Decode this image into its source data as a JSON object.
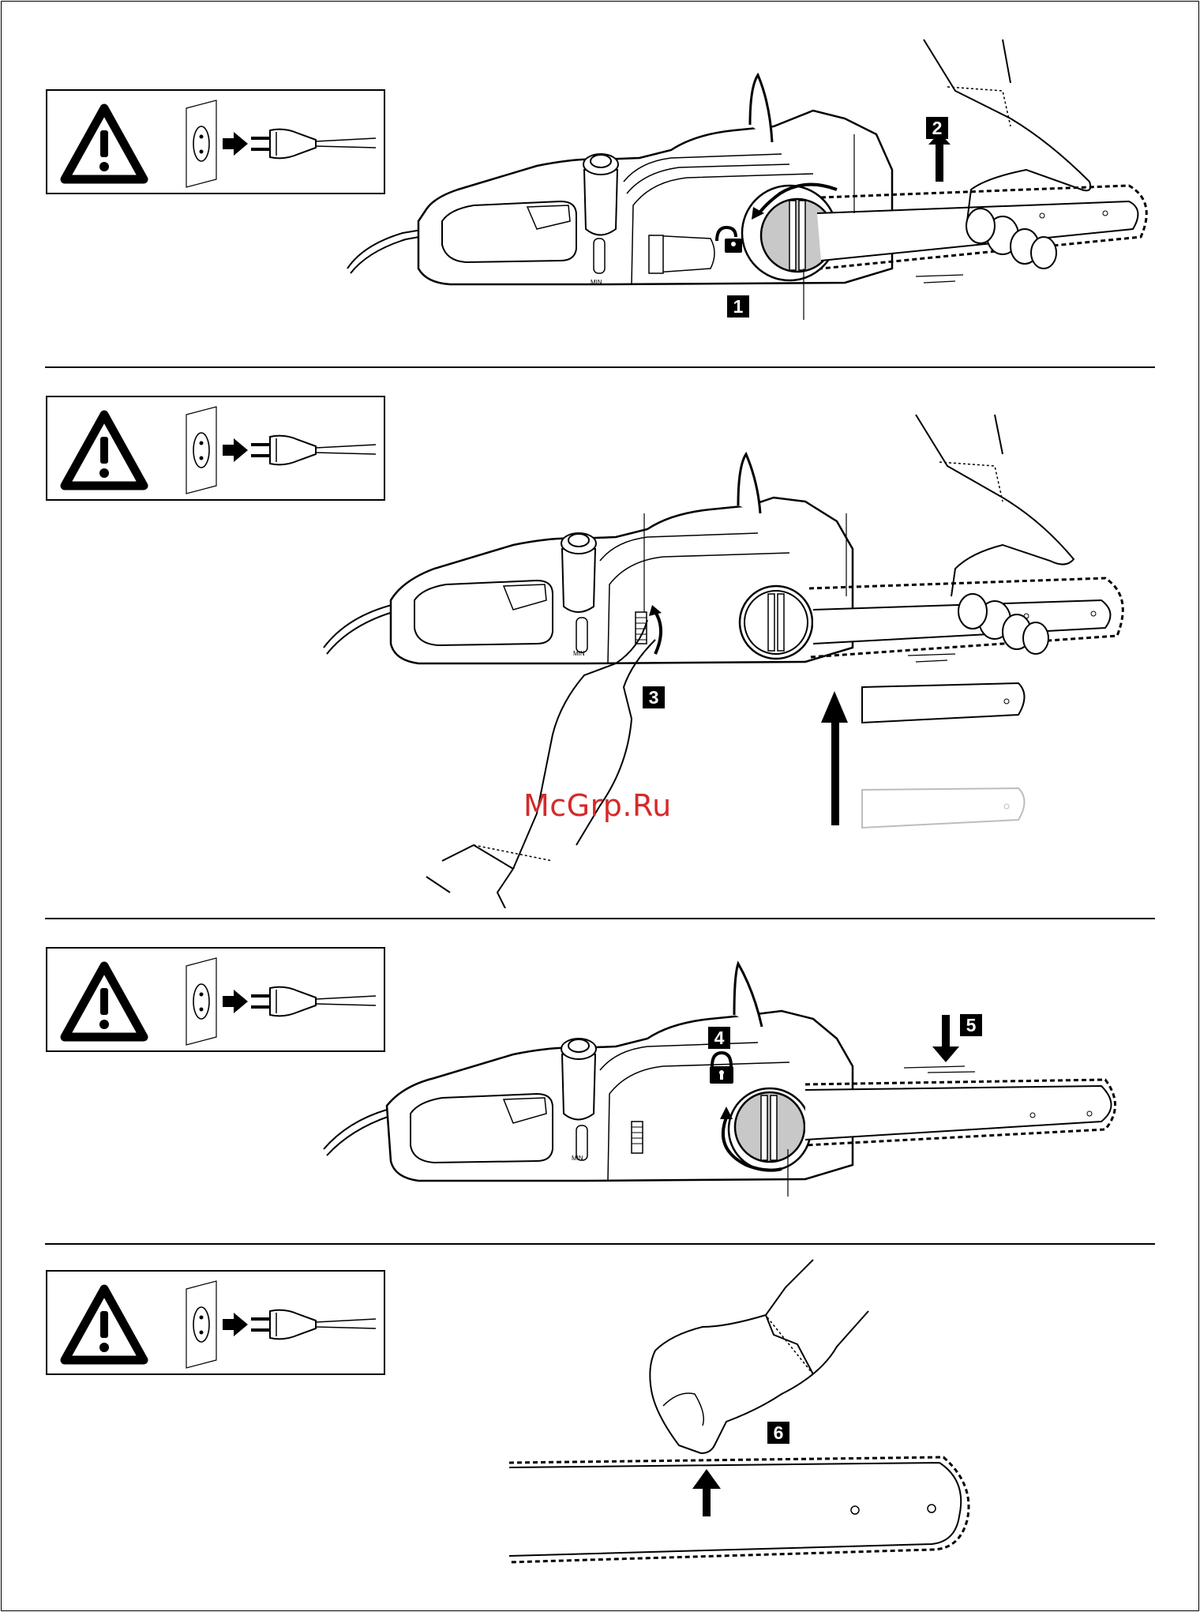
{
  "steps": [
    {
      "id": "1",
      "label": "1"
    },
    {
      "id": "2",
      "label": "2"
    },
    {
      "id": "3",
      "label": "3"
    },
    {
      "id": "4",
      "label": "4"
    },
    {
      "id": "5",
      "label": "5"
    },
    {
      "id": "6",
      "label": "6"
    }
  ],
  "device": {
    "min_label": "MIN"
  },
  "watermark": {
    "text": "McGrp.Ru"
  },
  "icons": {
    "warning": "warning-triangle-icon",
    "unplug": "unplug-socket-icon",
    "lock_open": "unlock-icon",
    "lock_closed": "lock-icon"
  },
  "colors": {
    "ink": "#000000",
    "knob": "#c8c8c8",
    "watermark": "#d42a2a",
    "ghost": "#bdbdbd"
  }
}
